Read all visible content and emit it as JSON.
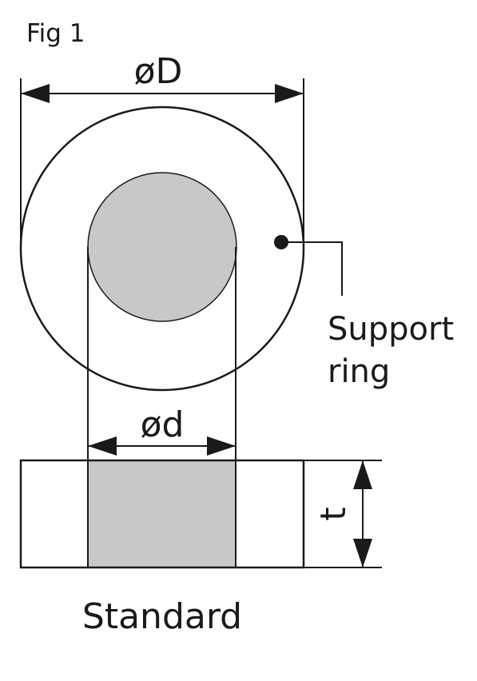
{
  "figure": {
    "label": "Fig 1",
    "caption": "Standard"
  },
  "dimensions": {
    "outer_diameter": "øD",
    "inner_diameter": "ød",
    "thickness": "t"
  },
  "callout": {
    "line1": "Support",
    "line2": "ring"
  },
  "colors": {
    "line": "#1a1a1a",
    "fill": "#c8c8c8",
    "background": "#ffffff"
  }
}
